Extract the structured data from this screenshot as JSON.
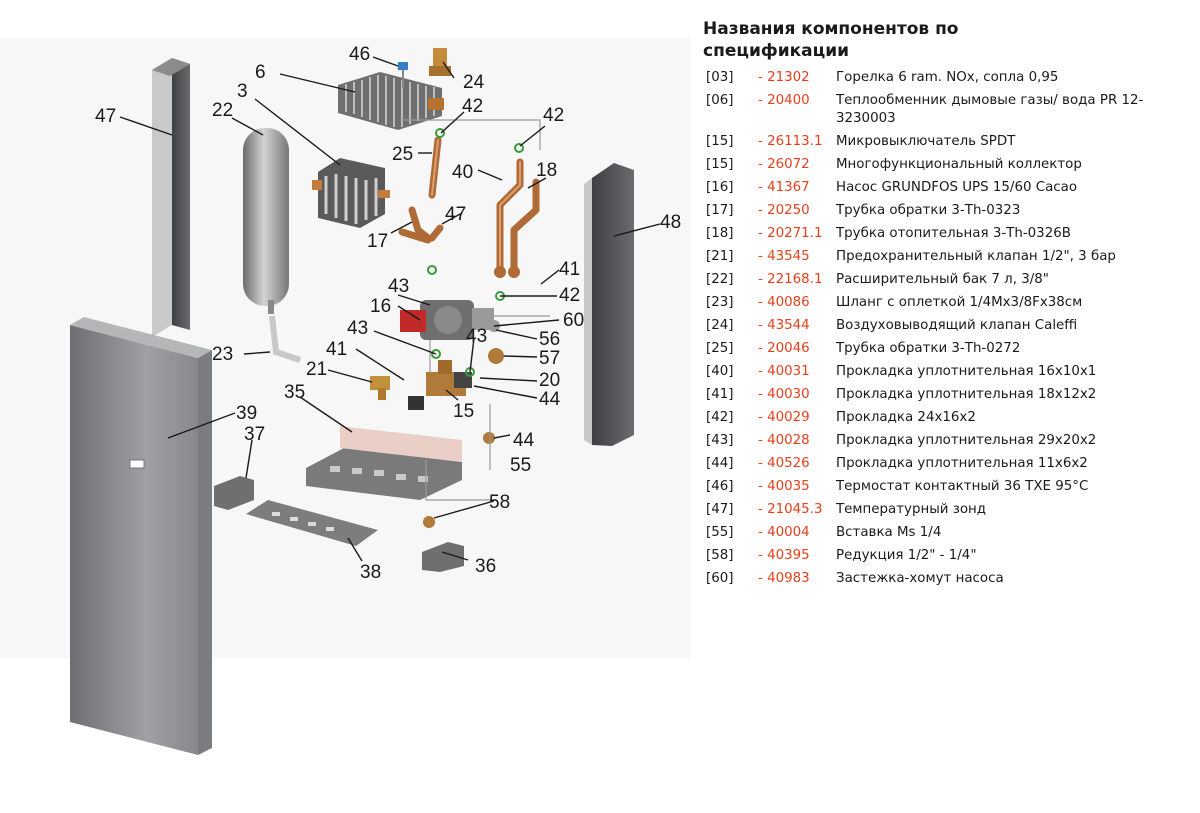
{
  "spec": {
    "title": "Названия компонентов по спецификации",
    "items": [
      {
        "ref": "[03]",
        "code": "- 21302",
        "desc": "Горелка 6 ram. NOx, сопла 0,95"
      },
      {
        "ref": "[06]",
        "code": "- 20400",
        "desc": "Теплообменник дымовые газы/ вода PR 12-3230003"
      },
      {
        "ref": "[15]",
        "code": "- 26113.1",
        "desc": "Микровыключатель SPDT"
      },
      {
        "ref": "[15]",
        "code": "- 26072",
        "desc": "Многофункциональный коллектор"
      },
      {
        "ref": "[16]",
        "code": "- 41367",
        "desc": "Насос GRUNDFOS UPS 15/60 Cacao"
      },
      {
        "ref": "[17]",
        "code": "- 20250",
        "desc": "Трубка обратки 3-Th-0323"
      },
      {
        "ref": "[18]",
        "code": "- 20271.1",
        "desc": "Трубка отопительная 3-Th-0326B"
      },
      {
        "ref": "[21]",
        "code": "- 43545",
        "desc": "Предохранительный клапан 1/2\", 3 бар"
      },
      {
        "ref": "[22]",
        "code": "- 22168.1",
        "desc": "Расширительный бак 7 л, 3/8\""
      },
      {
        "ref": "[23]",
        "code": "- 40086",
        "desc": "Шланг с оплеткой 1/4Мх3/8Fх38см"
      },
      {
        "ref": "[24]",
        "code": "- 43544",
        "desc": "Воздуховыводящий клапан Caleffi"
      },
      {
        "ref": "[25]",
        "code": "- 20046",
        "desc": "Трубка обратки 3-Th-0272"
      },
      {
        "ref": "[40]",
        "code": "- 40031",
        "desc": "Прокладка уплотнительная 16х10х1"
      },
      {
        "ref": "[41]",
        "code": "- 40030",
        "desc": "Прокладка уплотнительная 18х12х2"
      },
      {
        "ref": "[42]",
        "code": "- 40029",
        "desc": "Прокладка 24х16х2"
      },
      {
        "ref": "[43]",
        "code": "- 40028",
        "desc": "Прокладка уплотнительная 29х20х2"
      },
      {
        "ref": "[44]",
        "code": "- 40526",
        "desc": "Прокладка уплотнительная 11х6х2"
      },
      {
        "ref": "[46]",
        "code": "- 40035",
        "desc": "Термостат контактный 36 TXE 95°C"
      },
      {
        "ref": "[47]",
        "code": "- 21045.3",
        "desc": "Температурный зонд"
      },
      {
        "ref": "[55]",
        "code": "- 40004",
        "desc": "Вставка Ms 1/4"
      },
      {
        "ref": "[58]",
        "code": "- 40395",
        "desc": "Редукция 1/2\" - 1/4\""
      },
      {
        "ref": "[60]",
        "code": "- 40983",
        "desc": "Застежка-хомут насоса"
      }
    ]
  },
  "diagram": {
    "callouts": [
      {
        "id": "46",
        "text": "46"
      },
      {
        "id": "24",
        "text": "24"
      },
      {
        "id": "6",
        "text": "6"
      },
      {
        "id": "42a",
        "text": "42"
      },
      {
        "id": "42b",
        "text": "42"
      },
      {
        "id": "47a",
        "text": "47"
      },
      {
        "id": "22",
        "text": "22"
      },
      {
        "id": "3",
        "text": "3"
      },
      {
        "id": "25",
        "text": "25"
      },
      {
        "id": "40",
        "text": "40"
      },
      {
        "id": "18",
        "text": "18"
      },
      {
        "id": "47b",
        "text": "47"
      },
      {
        "id": "48",
        "text": "48"
      },
      {
        "id": "17",
        "text": "17"
      },
      {
        "id": "41a",
        "text": "41"
      },
      {
        "id": "43a",
        "text": "43"
      },
      {
        "id": "42c",
        "text": "42"
      },
      {
        "id": "16",
        "text": "16"
      },
      {
        "id": "60",
        "text": "60"
      },
      {
        "id": "43b",
        "text": "43"
      },
      {
        "id": "43c",
        "text": "43"
      },
      {
        "id": "56",
        "text": "56"
      },
      {
        "id": "23",
        "text": "23"
      },
      {
        "id": "41b",
        "text": "41"
      },
      {
        "id": "57",
        "text": "57"
      },
      {
        "id": "21",
        "text": "21"
      },
      {
        "id": "20",
        "text": "20"
      },
      {
        "id": "35",
        "text": "35"
      },
      {
        "id": "44a",
        "text": "44"
      },
      {
        "id": "39",
        "text": "39"
      },
      {
        "id": "15",
        "text": "15"
      },
      {
        "id": "37",
        "text": "37"
      },
      {
        "id": "44b",
        "text": "44"
      },
      {
        "id": "55",
        "text": "55"
      },
      {
        "id": "58",
        "text": "58"
      },
      {
        "id": "36",
        "text": "36"
      },
      {
        "id": "38",
        "text": "38"
      }
    ]
  }
}
